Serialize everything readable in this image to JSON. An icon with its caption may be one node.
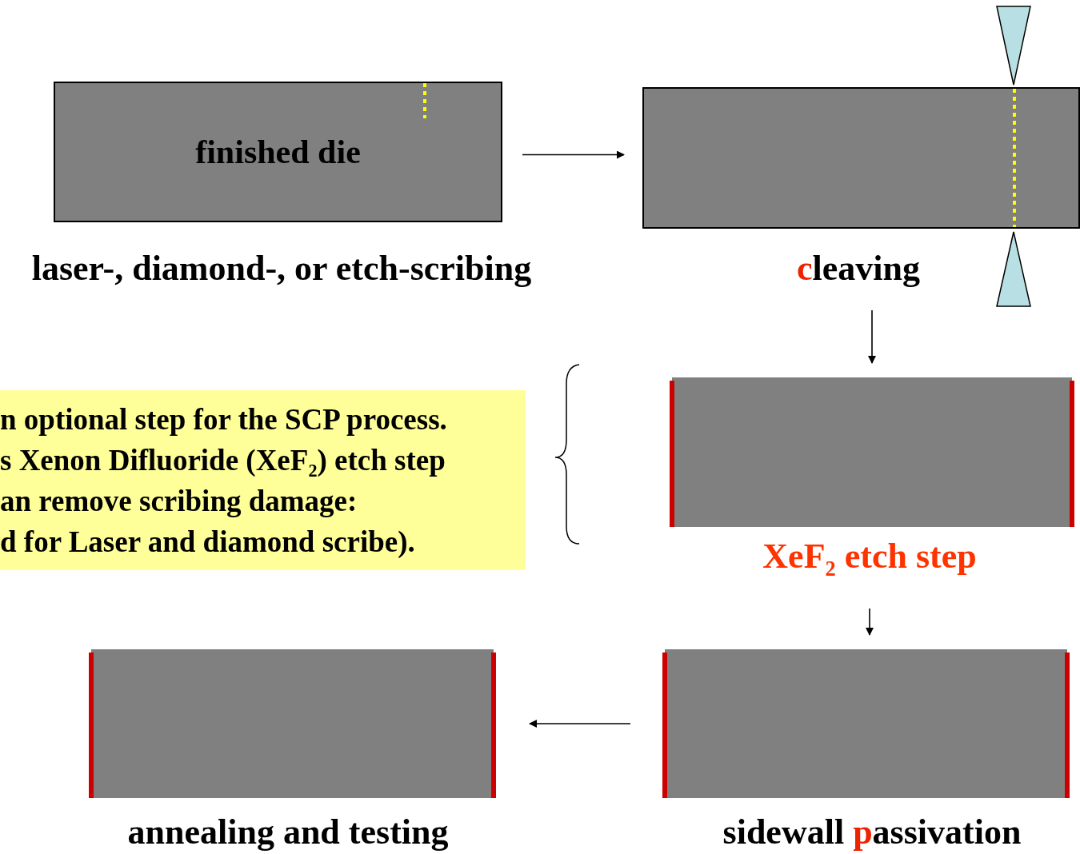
{
  "diagram": {
    "nodes": [
      {
        "text": [
          "finished die"
        ],
        "beside": [
          "laser-, diamond-, or etch-scribing"
        ]
      },
      {
        "text": [],
        "shape": "box",
        "beside": [
          "cleaving"
        ]
      },
      {
        "text": [
          "n optional step for the SCP process.",
          "s Xenon Difluoride (XeF$_{2}$) etch step",
          "an remove scribing damage:",
          "d for Laser and diamond scribe)."
        ]
      },
      {
        "text": [],
        "shape": "box",
        "beside": [
          "XeF$_{2}$ etch step"
        ]
      },
      {
        "text": [],
        "shape": "box",
        "beside": [
          "sidewall passivation"
        ]
      },
      {
        "text": [],
        "shape": "box",
        "beside": [
          "annealing and testing"
        ]
      }
    ],
    "edges": [
      {
        "from": 0,
        "to": 1,
        "arrow": "to"
      },
      {
        "from": 1,
        "to": 3,
        "arrow": "to"
      },
      {
        "from": 3,
        "to": 4,
        "arrow": "to"
      },
      {
        "from": 4,
        "to": 5,
        "arrow": "to"
      }
    ]
  }
}
